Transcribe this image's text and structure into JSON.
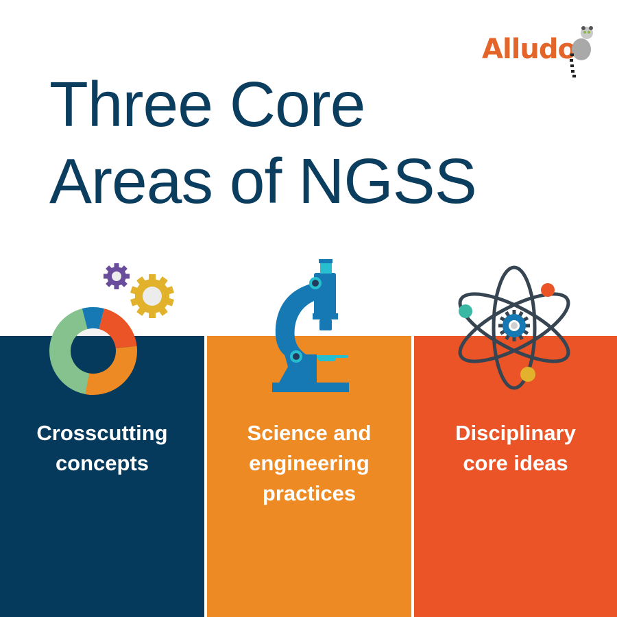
{
  "brand": {
    "logo_text": "Alludo",
    "logo_color": "#e4652a",
    "mascot": "lemur-icon"
  },
  "header": {
    "title_lines": [
      "Three Core",
      "Areas of NGSS"
    ],
    "title_color": "#0b3d5e"
  },
  "panels": [
    {
      "id": "crosscutting",
      "label_lines": [
        "Crosscutting",
        "concepts"
      ],
      "background": "#053a5c",
      "icon": "gears-icon"
    },
    {
      "id": "practices",
      "label_lines": [
        "Science and",
        "engineering",
        "practices"
      ],
      "background": "#ee8a24",
      "icon": "microscope-icon"
    },
    {
      "id": "core-ideas",
      "label_lines": [
        "Disciplinary",
        "core ideas"
      ],
      "background": "#ea5426",
      "icon": "atom-icon"
    }
  ],
  "colors": {
    "navy": "#053a5c",
    "orange": "#ee8a24",
    "red_orange": "#ea5426",
    "blue": "#1679b3",
    "cyan": "#27bfd0",
    "green": "#86c28e",
    "yellow": "#e2b22c",
    "purple": "#6a4c9c",
    "teal": "#3bb8a3",
    "dark_gray": "#374452"
  }
}
